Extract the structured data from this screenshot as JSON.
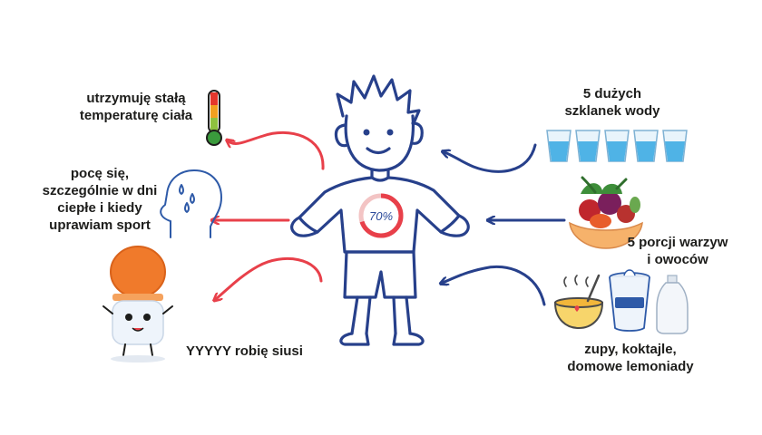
{
  "labels": {
    "temperature": [
      "utrzymuję stałą",
      "temperaturę ciała"
    ],
    "sweat": [
      "pocę się,",
      "szczególnie w dni",
      "ciepłe i kiedy",
      "uprawiam sport"
    ],
    "pee": [
      "YYYYY robię siusi"
    ],
    "water": [
      "5 dużych",
      "szklanek wody"
    ],
    "vegetables": [
      "5 porcji warzyw",
      "i owoców"
    ],
    "soups": [
      "zupy, koktajle,",
      "domowe lemoniady"
    ]
  },
  "body_water_percent": "70%",
  "body_water_fraction": 0.7,
  "colors": {
    "outflow_arrow": "#e8404a",
    "inflow_arrow": "#27408b",
    "figure_stroke": "#27408b",
    "text": "#1d1d1b",
    "water": "#4fb3e6",
    "thermometer_top": "#e5372c",
    "thermometer_mid": "#f2a01f",
    "thermometer_bottom": "#3a9a3c"
  },
  "icons": {
    "temperature": "thermometer-icon",
    "sweat": "sweating-head-icon",
    "pee": "toilet-paper-character-icon",
    "water": "water-glass-icon",
    "vegetables": "vegetables-in-hands-icon",
    "soups": "soup-bowl-icon",
    "yogurt": "yogurt-cup-icon",
    "milk": "milk-bottle-icon"
  }
}
